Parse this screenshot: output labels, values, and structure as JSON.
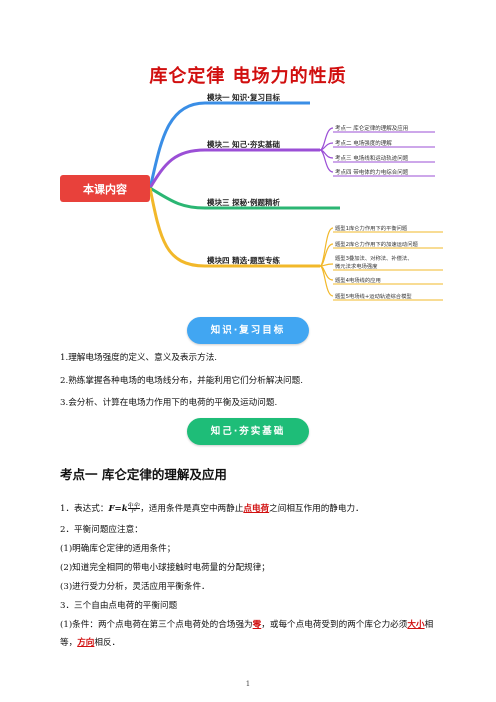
{
  "title": "库仑定律  电场力的性质",
  "mindmap": {
    "center": "本课内容",
    "modules": [
      "模块一  知识·复习目标",
      "模块二  知己·夯实基础",
      "模块三  探秘·例题精析",
      "模块四  精选·题型专练"
    ],
    "module2_items": [
      "考点一    库仑定律的理解及应用",
      "考点二    电场强度的理解",
      "考点三    电场线和运动轨迹问题",
      "考点四    带电体的力电综合问题"
    ],
    "module4_items": [
      "题型1库仑力作用下的平衡问题",
      "题型2库仑力作用下的加速运动问题",
      "题型3叠加法、对称法、补偿法、",
      "微元法求电场强度",
      "题型4电场线的应用",
      "题型5电场线+运动轨迹综合模型"
    ]
  },
  "pill1": "知识·复习目标",
  "goals": [
    "1.理解电场强度的定义、意义及表示方法.",
    "2.熟练掌握各种电场的电场线分布，并能利用它们分析解决问题.",
    "3.会分析、计算在电场力作用下的电荷的平衡及运动问题."
  ],
  "pill2": "知己·夯实基础",
  "section_title": "考点一    库仑定律的理解及应用",
  "body": {
    "l1_pre": "1．表达式：",
    "l1_formula_F": "F=k",
    "l1_formula_num": "q₁q₂",
    "l1_formula_den": "r²",
    "l1_mid": "，适用条件是真空中两静止",
    "l1_red": "点电荷",
    "l1_post": "之间相互作用的静电力．",
    "l2": "2．平衡问题应注意：",
    "l3": "(1)明确库仑定律的适用条件；",
    "l4": "(2)知道完全相同的带电小球接触时电荷量的分配规律；",
    "l5": "(3)进行受力分析，灵活应用平衡条件．",
    "l6": "3．三个自由点电荷的平衡问题",
    "l7_pre": "(1)条件：两个点电荷在第三个点电荷处的合场强为",
    "l7_red1": "零",
    "l7_mid": "，或每个点电荷受到的两个库仑力必须",
    "l7_red2": "大小",
    "l7_post": "相",
    "l8_pre": "等，",
    "l8_red": "方向",
    "l8_post": "相反．"
  },
  "page_number": "1",
  "colors": {
    "title_red": "#d10f0f",
    "center_red": "#e8413b",
    "branch_blue": "#3a8ee6",
    "branch_purple": "#9b4fd6",
    "branch_green": "#2bb673",
    "branch_yellow": "#f2b82a",
    "pill_green": "#1ebd78",
    "pill_blue": "#41a6f2"
  }
}
